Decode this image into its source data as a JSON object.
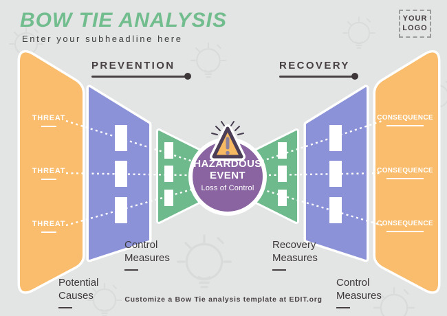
{
  "header": {
    "title": "BOW TIE ANALYSIS",
    "subtitle": "Enter your subheadline here",
    "logo_line1": "YOUR",
    "logo_line2": "LOGO"
  },
  "sections": {
    "prevention_label": "PREVENTION",
    "recovery_label": "RECOVERY"
  },
  "diagram": {
    "threats": [
      "THREAT",
      "THREAT",
      "THREAT"
    ],
    "consequences": [
      "CONSEQUENCE",
      "CONSEQUENCE",
      "CONSEQUENCE"
    ],
    "hazard": {
      "title_line1": "HAZARDOUS",
      "title_line2": "EVENT",
      "subtitle": "Loss of Control"
    },
    "labels": {
      "control_measures_left": {
        "line1": "Control",
        "line2": "Measures"
      },
      "potential_causes": {
        "line1": "Potential",
        "line2": "Causes"
      },
      "recovery_measures": {
        "line1": "Recovery",
        "line2": "Measures"
      },
      "control_measures_right": {
        "line1": "Control",
        "line2": "Measures"
      }
    }
  },
  "footer": {
    "credit": "Customize a Bow Tie analysis template at EDIT.org"
  },
  "icons": {
    "warning": "warning-triangle-icon",
    "watermark": "lightbulb-watermark-icon"
  },
  "colors": {
    "accent_green": "#72bd8e",
    "shape_orange": "#f9bd6d",
    "shape_purple": "#8b92d8",
    "shape_green": "#6fba8c",
    "hazard_purple": "#8a64a1",
    "warning_orange": "#f7ba62",
    "warning_border": "#4c3e57",
    "text_dark": "#474043",
    "background": "#e3e4e4"
  }
}
